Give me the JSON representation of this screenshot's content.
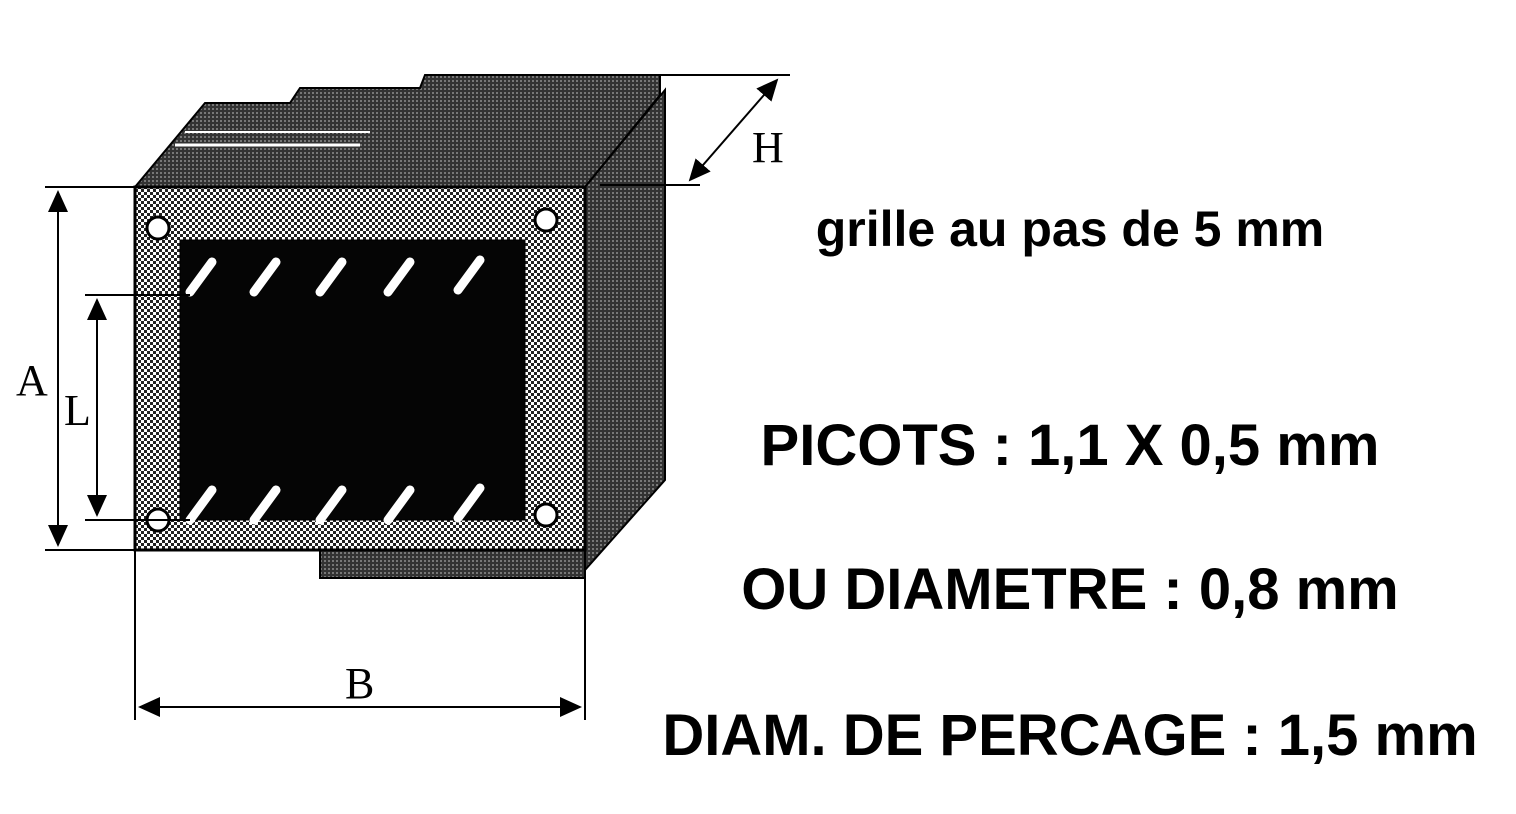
{
  "dimensions": {
    "A": "A",
    "L": "L",
    "B": "B",
    "H": "H"
  },
  "specs": {
    "grid": "grille au pas de 5 mm",
    "pins": "PICOTS : 1,1 X 0,5 mm",
    "diameter": "OU DIAMETRE : 0,8 mm",
    "drill": "DIAM. DE PERCAGE : 1,5 mm"
  }
}
